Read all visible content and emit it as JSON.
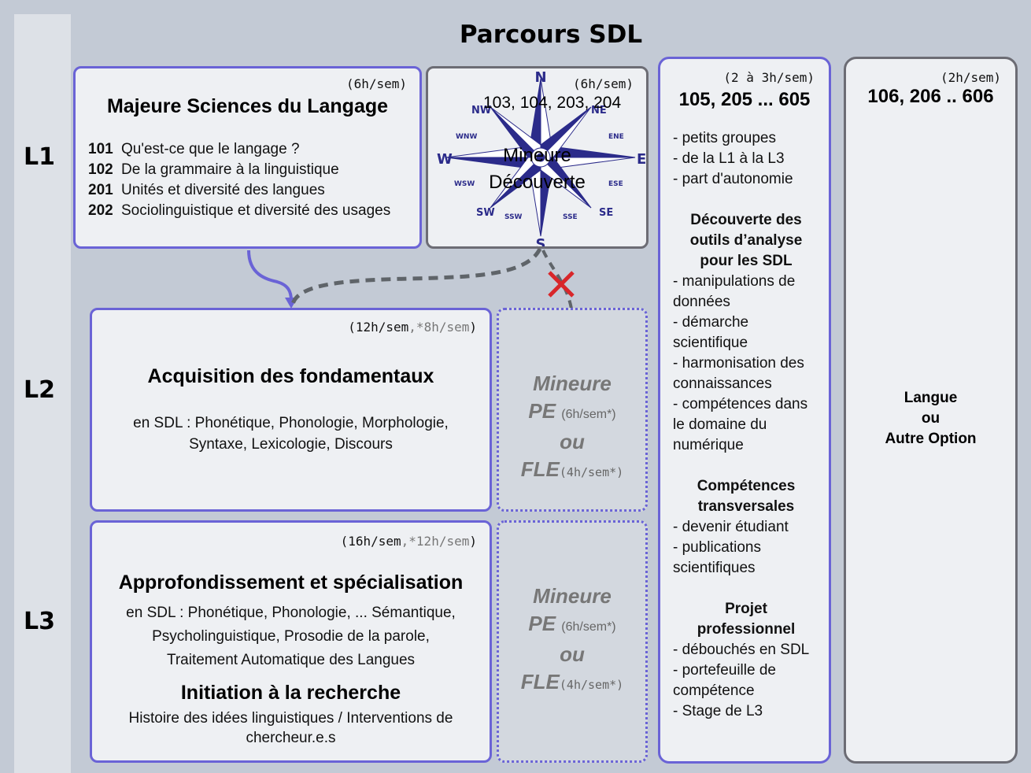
{
  "title": "Parcours SDL",
  "levels": [
    "L1",
    "L2",
    "L3"
  ],
  "majeure_l1": {
    "hours": "(6h/sem)",
    "title": "Majeure Sciences du Langage",
    "courses": [
      {
        "code": "101",
        "label": "Qu'est-ce que le langage ?"
      },
      {
        "code": "102",
        "label": "De la grammaire à la linguistique"
      },
      {
        "code": "201",
        "label": "Unités et diversité des langues"
      },
      {
        "code": "202",
        "label": "Sociolinguistique et diversité des usages"
      }
    ]
  },
  "mineure_l1": {
    "hours": "(6h/sem)",
    "codes": "103, 104, 203, 204",
    "title_line1": "Mineure",
    "title_line2": "Découverte",
    "compass_labels": {
      "n": "N",
      "s": "S",
      "e": "E",
      "w": "W",
      "nw": "NW",
      "ne": "NE",
      "sw": "SW",
      "se": "SE",
      "wnw": "WNW",
      "ene": "ENE",
      "wsw": "WSW",
      "ese": "ESE",
      "ssw": "SSW",
      "sse": "SSE"
    }
  },
  "l2": {
    "hours_main": "(12h/sem",
    "hours_alt": ",*8h/sem",
    "hours_close": ")",
    "title": "Acquisition des fondamentaux",
    "desc_line1": "en SDL : Phonétique,  Phonologie, Morphologie,",
    "desc_line2": "Syntaxe, Lexicologie, Discours"
  },
  "l3": {
    "hours_main": "(16h/sem",
    "hours_alt": ",*12h/sem",
    "hours_close": ")",
    "title": "Approfondissement et spécialisation",
    "desc_line1": "en SDL : Phonétique, Phonologie, ... Sémantique,",
    "desc_line2": "Psycholinguistique, Prosodie de la parole,",
    "desc_line3": "Traitement Automatique des Langues",
    "research_title": "Initiation à la recherche",
    "research_line1": "Histoire des idées linguistiques / Interventions de",
    "research_line2": "chercheur.e.s"
  },
  "mineure_option": {
    "line1": "Mineure",
    "pe": "PE",
    "pe_hours": "(6h/sem*)",
    "ou": "ou",
    "fle": "FLE",
    "fle_hours": "(4h/sem*)"
  },
  "col_methodo": {
    "hours": "(2 à 3h/sem)",
    "codes": "105, 205 ... 605",
    "intro": [
      "- petits groupes",
      "- de la L1 à la L3",
      "- part d'autonomie"
    ],
    "sec1_title": [
      "Découverte des",
      "outils d’analyse",
      "pour les SDL"
    ],
    "sec1_items": [
      "- manipulations de",
      "données",
      "- démarche",
      "scientifique",
      "- harmonisation des",
      "connaissances",
      "- compétences dans",
      "le domaine du",
      "numérique"
    ],
    "sec2_title": [
      "Compétences",
      "transversales"
    ],
    "sec2_items": [
      "- devenir étudiant",
      "- publications",
      "scientifiques"
    ],
    "sec3_title": [
      "Projet",
      "professionnel"
    ],
    "sec3_items": [
      "- débouchés en SDL",
      "- portefeuille de",
      "compétence",
      "- Stage de L3"
    ]
  },
  "col_langue": {
    "hours": "(2h/sem)",
    "codes": "106, 206 .. 606",
    "line1": "Langue",
    "line2": "ou",
    "line3": "Autre Option"
  },
  "colors": {
    "accent_blue": "#6a63d6",
    "frame_grey": "#6c6c74",
    "arrow_grey": "#5f6469",
    "cross_red": "#d8262a",
    "compass_navy": "#2b2b8a",
    "background": "#c3cad5"
  }
}
